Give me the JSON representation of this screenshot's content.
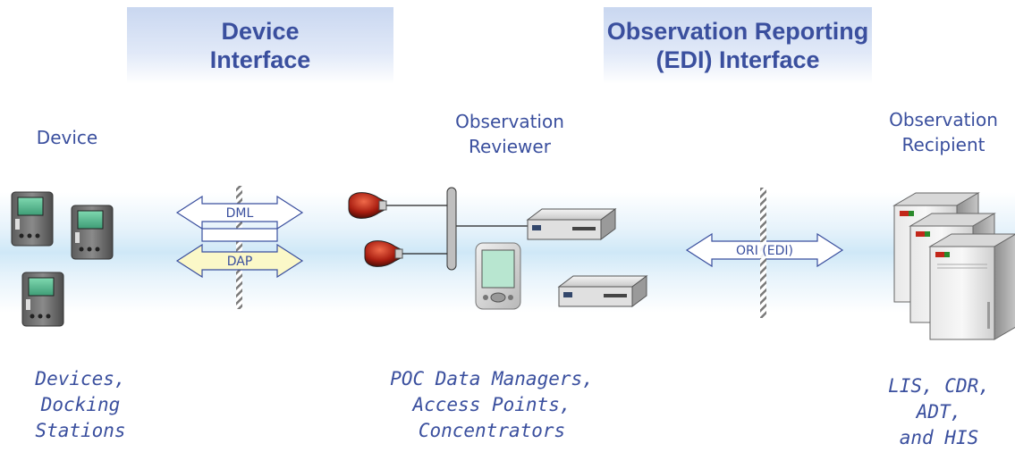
{
  "headers": {
    "device_interface": [
      "Device",
      "Interface"
    ],
    "observation_reporting": [
      "Observation Reporting",
      "(EDI) Interface"
    ]
  },
  "columns": {
    "device": [
      "Device"
    ],
    "reviewer": [
      "Observation",
      "Reviewer"
    ],
    "recipient": [
      "Observation",
      "Recipient"
    ]
  },
  "arrows": {
    "dml": "DML",
    "dap": "DAP",
    "ori": "ORI (EDI)"
  },
  "descriptions": {
    "device": [
      "Devices,",
      "Docking",
      "Stations"
    ],
    "reviewer": [
      "POC Data Managers,",
      "Access Points,",
      "Concentrators"
    ],
    "recipient": [
      "LIS, CDR,",
      "ADT,",
      "and HIS"
    ]
  },
  "colors": {
    "text": "#3a4f9e",
    "dap_fill": "#fbf8c8",
    "band": "#cfe8f7"
  },
  "icons": [
    "pda-device-icon",
    "access-point-icon",
    "network-hub-icon",
    "pocket-pc-icon",
    "server-tower-icon"
  ]
}
